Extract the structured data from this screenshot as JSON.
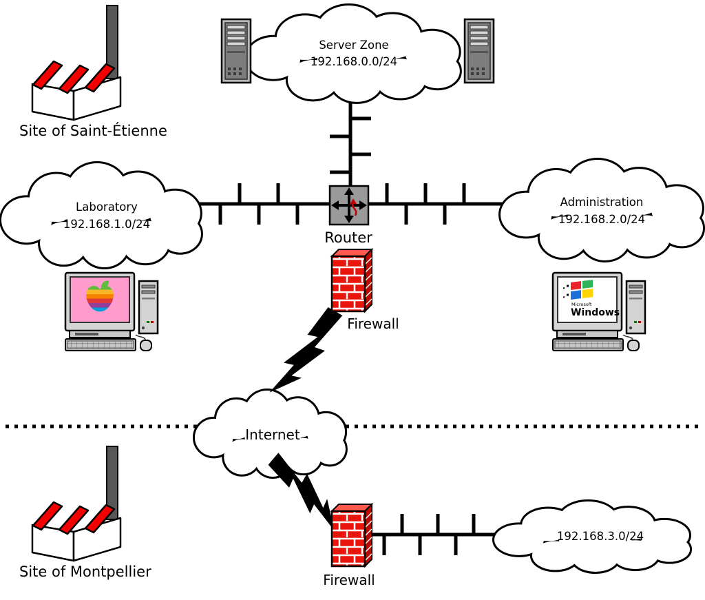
{
  "sites": {
    "saint_etienne": {
      "label": "Site of Saint-Étienne"
    },
    "montpellier": {
      "label": "Site of Montpellier"
    }
  },
  "networks": {
    "server_zone": {
      "name": "Server Zone",
      "subnet": "192.168.0.0/24"
    },
    "laboratory": {
      "name": "Laboratory",
      "subnet": "192.168.1.0/24"
    },
    "administration": {
      "name": "Administration",
      "subnet": "192.168.2.0/24"
    },
    "montpellier_lan": {
      "subnet": "192.168.3.0/24"
    },
    "internet": {
      "name": "Internet"
    }
  },
  "devices": {
    "router": {
      "label": "Router"
    },
    "firewall_hq": {
      "label": "Firewall"
    },
    "firewall_montpellier": {
      "label": "Firewall"
    }
  },
  "workstations": {
    "windows_pc": {
      "vendor_text": "Microsoft",
      "os_text": "Windows"
    }
  },
  "colors": {
    "factory_red": "#f40000",
    "brick_red": "#e8150d",
    "firewall_top_face": "#ff5a4d",
    "firewall_side_face": "#b80c00",
    "router_gray": "#9a9a9a",
    "mac_screen_pink": "#ff9ccc"
  }
}
